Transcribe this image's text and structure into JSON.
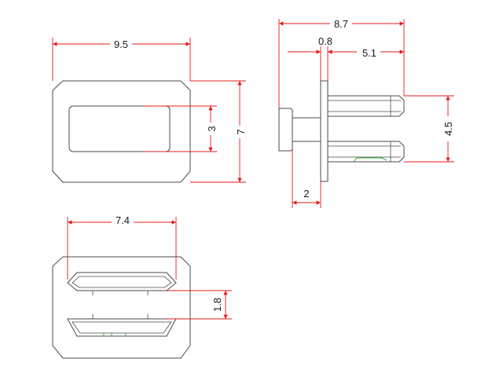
{
  "dimensions": {
    "front_width": "9.5",
    "front_height": "7",
    "window_height": "3",
    "side_total_length": "8.7",
    "flange_thickness": "0.8",
    "pin_length": "5.1",
    "pin_spacing": "4.5",
    "head_length": "2",
    "bottom_width": "7.4",
    "slot_gap": "1.8"
  },
  "colors": {
    "dimension": "#e8191a",
    "outline": "#4a4a4a",
    "accent": "#2fb33a"
  }
}
